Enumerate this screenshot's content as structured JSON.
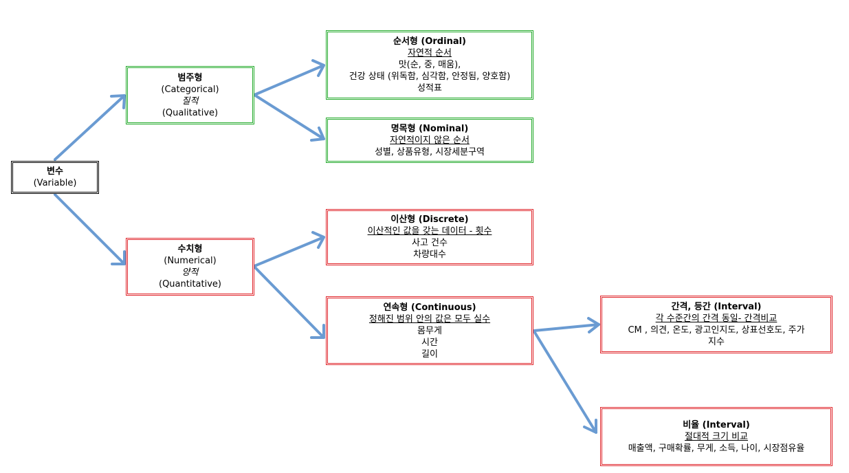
{
  "colors": {
    "arrow": "#6a9bd2",
    "root_border": "#000000",
    "categorical_border": "#22aa2a",
    "numerical_border": "#e0242a"
  },
  "variable": {
    "title": "변수",
    "line1": "(Variable)"
  },
  "categorical": {
    "title": "범주형",
    "line1": "(Categorical)",
    "line2": "질적",
    "line3": "(Qualitative)"
  },
  "ordinal": {
    "title": "순서형 (Ordinal)",
    "subtitle": "자연적 순서",
    "line1": "맛(순, 중, 매움),",
    "line2": "건강 상태 (위독함, 심각함, 안정됨, 양호함)",
    "line3": "성적표"
  },
  "nominal": {
    "title": "명목형 (Nominal)",
    "subtitle": "자연적이지 않은 순서",
    "line1": "성별, 상품유형, 시장세분구역"
  },
  "numerical": {
    "title": "수치형",
    "line1": "(Numerical)",
    "line2": "양적",
    "line3": "(Quantitative)"
  },
  "discrete": {
    "title": "이산형 (Discrete)",
    "subtitle": "이산적인 값을 갖는 데이터 - 횟수",
    "line1": "사고 건수",
    "line2": "차량대수"
  },
  "continuous": {
    "title": "연속형 (Continuous)",
    "subtitle": "정해진 범위 안의 값은 모두 실수",
    "line1": "몸무게",
    "line2": "시간",
    "line3": "길이"
  },
  "interval": {
    "title": "간격, 등간 (Interval)",
    "subtitle": "각 수준간의 간격 동일- 간격비교",
    "line1": "CM , 의견, 온도, 광고인지도, 상표선호도, 주가",
    "line2": "지수"
  },
  "ratio": {
    "title": "비율 (Interval)",
    "subtitle": "절대적 크기 비교",
    "line1": "매출액, 구매확률, 무게, 소득, 나이, 시장점유율"
  }
}
